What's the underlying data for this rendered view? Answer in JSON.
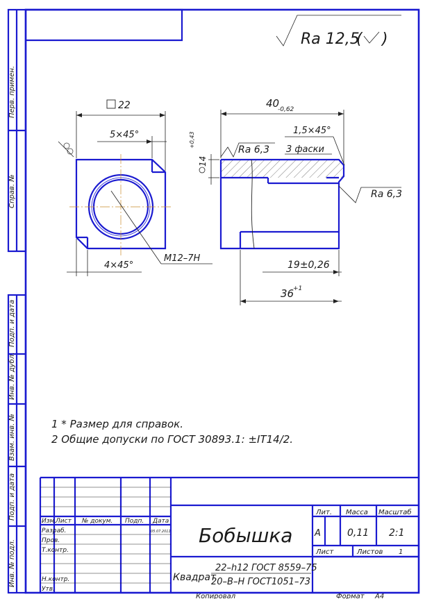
{
  "roughness": {
    "main": "Ra 12,5",
    "bracket_open": "(",
    "bracket_close": ")",
    "face1": "Ra 6,3",
    "face2": "Ra 6,3"
  },
  "dimensions": {
    "square": "22",
    "chamfer_left_top": "5×45°",
    "chamfer_left_bottom": "4×45°",
    "thread": "M12–7H",
    "diameter": "14",
    "diameter_tol": "+0,43",
    "length": "40",
    "length_tol": "-0,62",
    "chamfer_right": "1,5×45°",
    "chamfer_count": "3 фаски",
    "bore_depth": "19±0,26",
    "thread_depth": "36",
    "thread_depth_tol": "+1"
  },
  "notes": [
    "1 * Размер для справок.",
    "2 Общие допуски по ГОСТ 30893.1: ±IT14/2."
  ],
  "side_labels": [
    "Перв. примен.",
    "Справ. №",
    "Подп. и дата",
    "Инв. № дубл.",
    "Взам. инв. №",
    "Подп. и дата",
    "Инв. № подл."
  ],
  "title_block": {
    "col_izm": "Изм.",
    "col_list": "Лист",
    "col_docnum": "№ докум.",
    "col_sign": "Подп.",
    "col_date": "Дата",
    "date_value": "05.07.2011",
    "row_razrab": "Разраб.",
    "row_prov": "Пров.",
    "row_tkontr": "Т.контр.",
    "row_nkontr": "Н.контр.",
    "row_utv": "Утв.",
    "part_name": "Бобышка",
    "hdr_lit": "Лит.",
    "hdr_mass": "Масса",
    "hdr_scale": "Масштаб",
    "lit_value": "А",
    "mass_value": "0,11",
    "scale_value": "2:1",
    "sheet_label": "Лист",
    "sheets_label": "Листов",
    "sheets_value": "1",
    "material_prefix": "Квадрат",
    "material_top": "22–h12 ГОСТ 8559–75",
    "material_bottom": "20–В–Н ГОСТ1051–73"
  },
  "footer": {
    "copied": "Копировал",
    "format": "Формат",
    "format_value": "А4"
  }
}
